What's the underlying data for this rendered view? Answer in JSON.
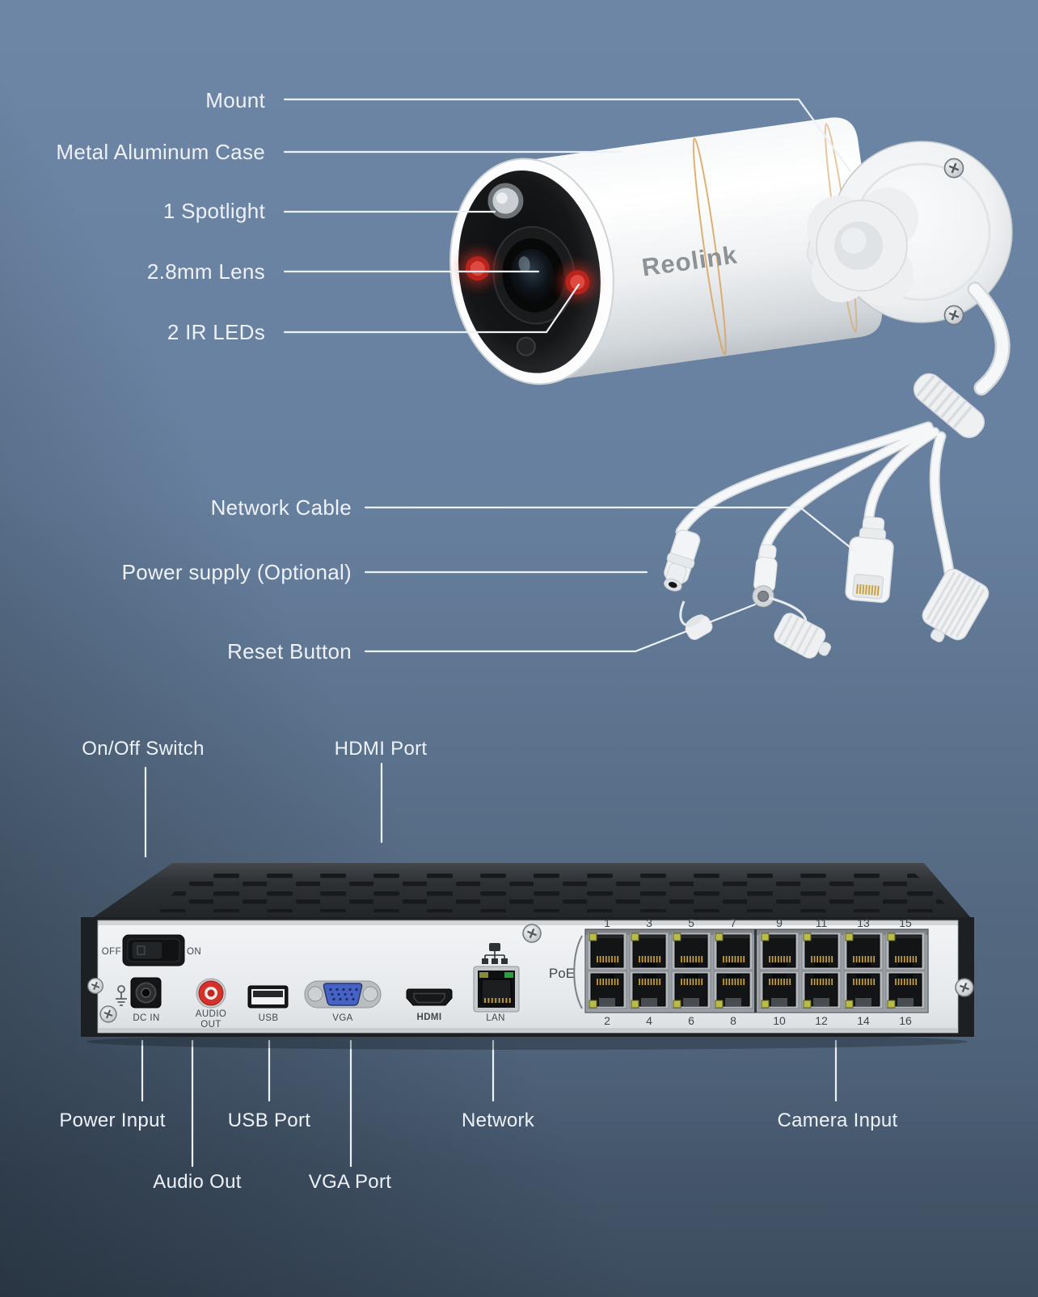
{
  "camera": {
    "logo": "Reolink",
    "labels": {
      "mount": "Mount",
      "case": "Metal Aluminum Case",
      "spotlight": "1 Spotlight",
      "lens": "2.8mm Lens",
      "ir_leds": "2 IR LEDs",
      "network_cable": "Network Cable",
      "power_supply": "Power supply (Optional)",
      "reset_button": "Reset Button"
    }
  },
  "nvr": {
    "labels": {
      "on_off": "On/Off Switch",
      "hdmi_port": "HDMI Port",
      "power_input": "Power Input",
      "audio_out": "Audio Out",
      "usb_port": "USB Port",
      "vga_port": "VGA Port",
      "network": "Network",
      "camera_input": "Camera Input"
    },
    "panel": {
      "switch_off": "OFF",
      "switch_on": "ON",
      "dc_in": "DC IN",
      "audio_line1": "AUDIO",
      "audio_line2": "OUT",
      "usb": "USB",
      "vga": "VGA",
      "hdmi": "HDMI",
      "lan": "LAN",
      "poe": "PoE",
      "poe_top": [
        "1",
        "3",
        "5",
        "7",
        "9",
        "11",
        "13",
        "15"
      ],
      "poe_bottom": [
        "2",
        "4",
        "6",
        "8",
        "10",
        "12",
        "14",
        "16"
      ]
    }
  },
  "colors": {
    "background_top": "#6e86a6",
    "background_bottom_left": "#1f2933",
    "label_text": "#eef2f8",
    "leader_line": "#ecf1f6",
    "accent_ring_orange": "#d9a25c",
    "ir_led_red": "#e03228",
    "rca_red": "#d4312b",
    "vga_blue": "#4663c4",
    "led_yellow": "#b9bc4a",
    "pin_gold": "#c9a23f",
    "logo_gray": "#8d9297"
  }
}
